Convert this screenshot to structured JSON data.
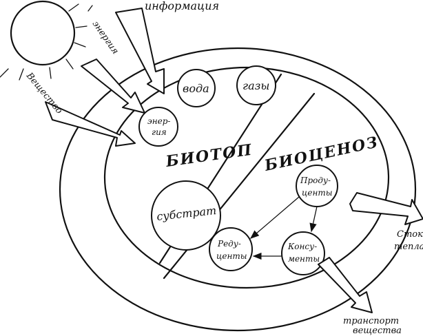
{
  "external": {
    "information": "информация",
    "energy": "энергия",
    "substance": "Вещество"
  },
  "biotope": {
    "title": "БИОТОП",
    "water": "вода",
    "gases": "газы",
    "energy_line1": "энер-",
    "energy_line2": "гия",
    "substrate": "субстрат"
  },
  "biocenosis": {
    "title": "БИОЦЕНОЗ",
    "producers_line1": "Проду-",
    "producers_line2": "центы",
    "consumers_line1": "Консу-",
    "consumers_line2": "менты",
    "reducers_line1": "Реду-",
    "reducers_line2": "центы"
  },
  "outputs": {
    "heat_line1": "Сток",
    "heat_line2": "тепла",
    "transport_line1": "транспорт",
    "transport_line2": "вещества"
  },
  "colors": {
    "ink": "#111111",
    "paper": "#ffffff"
  }
}
